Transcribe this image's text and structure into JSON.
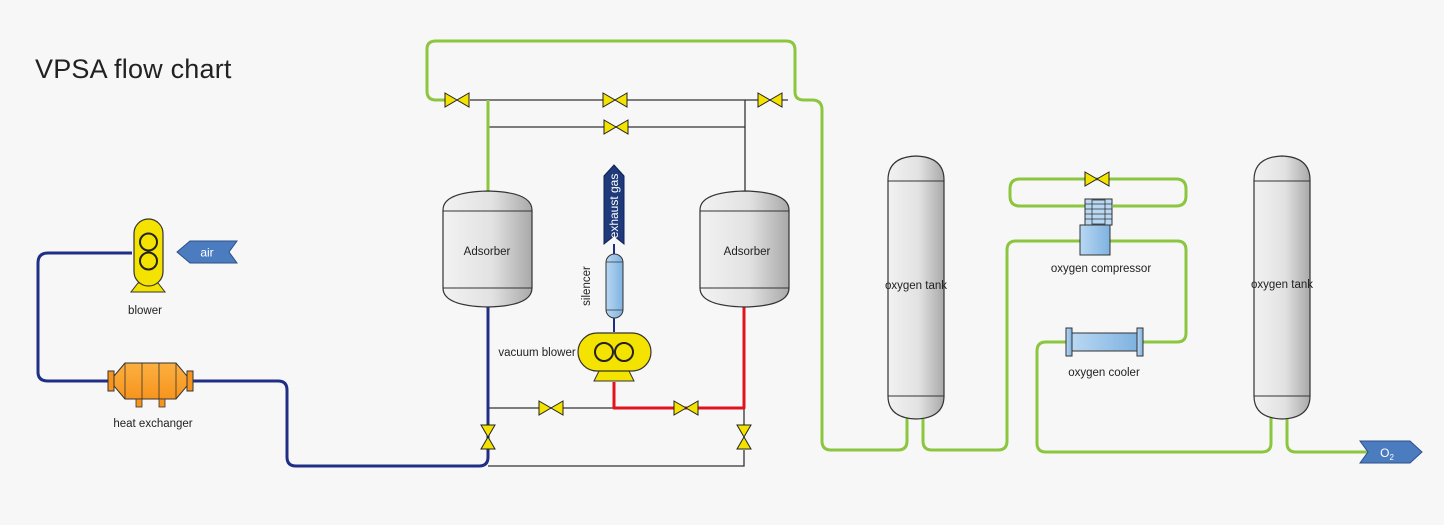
{
  "title": "VPSA flow chart",
  "labels": {
    "air": "air",
    "blower": "blower",
    "heat_exchanger": "heat exchanger",
    "adsorber_left": "Adsorber",
    "adsorber_right": "Adsorber",
    "exhaust_gas": "exhaust gas",
    "silencer": "silencer",
    "vacuum_blower": "vacuum blower",
    "oxygen_tank_1": "oxygen tank",
    "oxygen_tank_2": "oxygen tank",
    "oxygen_compressor": "oxygen compressor",
    "oxygen_cooler": "oxygen cooler",
    "o2_main": "O",
    "o2_sub": "2"
  },
  "colors": {
    "green_line": "#8cc63f",
    "blue_line": "#1f2f86",
    "red_line": "#e1141e",
    "black_line": "#333333",
    "valve": "#f4e300",
    "vessel_gray": "#d8d8d8",
    "light_blue": "#9cc7ea",
    "arrow_blue": "#4c7cc0",
    "hx_orange": "#f7941d"
  }
}
